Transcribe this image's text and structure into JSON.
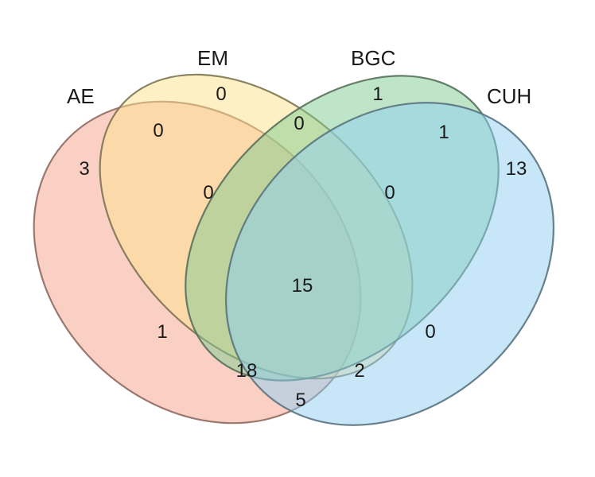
{
  "diagram": {
    "type": "venn",
    "sets": [
      {
        "id": "AE",
        "label": "AE",
        "color": "#f5a18c",
        "stroke": "#8f6b63"
      },
      {
        "id": "EM",
        "label": "EM",
        "color": "#fde28b",
        "stroke": "#7d7452"
      },
      {
        "id": "BGC",
        "label": "BGC",
        "color": "#7ecb8f",
        "stroke": "#56705c"
      },
      {
        "id": "CUH",
        "label": "CUH",
        "color": "#8fd0f3",
        "stroke": "#5a7380"
      }
    ],
    "regions": [
      {
        "sets": [
          "AE"
        ],
        "count": "3"
      },
      {
        "sets": [
          "EM"
        ],
        "count": "0"
      },
      {
        "sets": [
          "BGC"
        ],
        "count": "1"
      },
      {
        "sets": [
          "CUH"
        ],
        "count": "13"
      },
      {
        "sets": [
          "AE",
          "EM"
        ],
        "count": "0"
      },
      {
        "sets": [
          "EM",
          "BGC"
        ],
        "count": "0"
      },
      {
        "sets": [
          "BGC",
          "CUH"
        ],
        "count": "1"
      },
      {
        "sets": [
          "AE",
          "EM",
          "BGC"
        ],
        "count": "0"
      },
      {
        "sets": [
          "EM",
          "BGC",
          "CUH"
        ],
        "count": "0"
      },
      {
        "sets": [
          "AE",
          "EM",
          "BGC",
          "CUH"
        ],
        "count": "15"
      },
      {
        "sets": [
          "AE",
          "BGC"
        ],
        "count": "1"
      },
      {
        "sets": [
          "EM",
          "CUH"
        ],
        "count": "0"
      },
      {
        "sets": [
          "AE",
          "BGC",
          "CUH"
        ],
        "count": "18"
      },
      {
        "sets": [
          "AE",
          "EM",
          "CUH"
        ],
        "count": "2"
      },
      {
        "sets": [
          "AE",
          "CUH"
        ],
        "count": "5"
      }
    ]
  }
}
